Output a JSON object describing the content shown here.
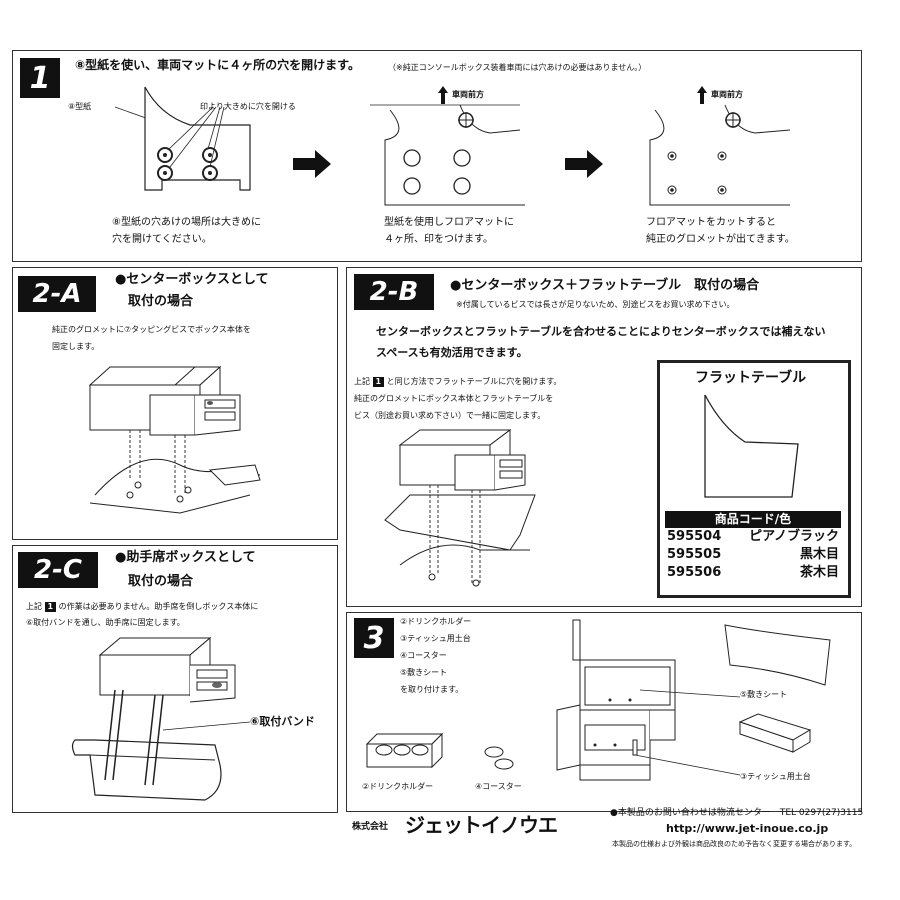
{
  "step1": {
    "badge": "1",
    "title": "⑧型紙を使い、車両マットに４ヶ所の穴を開けます。",
    "note": "（※純正コンソールボックス装着車両には穴あけの必要はありません。）",
    "label_template": "⑧型紙",
    "label_mark": "印より大きめに穴を開ける",
    "front_1": "車両前方",
    "front_2": "車両前方",
    "caption1_l1": "⑧型紙の穴あけの場所は大きめに",
    "caption1_l2": "穴を開けてください。",
    "caption2_l1": "型紙を使用しフロアマットに",
    "caption2_l2": "４ヶ所、印をつけます。",
    "caption3_l1": "フロアマットをカットすると",
    "caption3_l2": "純正のグロメットが出てきます。"
  },
  "step2a": {
    "badge": "2-A",
    "title_l1": "●センターボックスとして",
    "title_l2": "取付の場合",
    "desc_l1": "純正のグロメットに⑦タッピングビスでボックス本体を",
    "desc_l2": "固定します。"
  },
  "step2b": {
    "badge": "2-B",
    "title": "●センターボックス＋フラットテーブル　取付の場合",
    "note": "※付属しているビスでは長さが足りないため、別途ビスをお買い求め下さい。",
    "desc_l1": "センターボックスとフラットテーブルを合わせることによりセンターボックスでは補えない",
    "desc_l2": "スペースも有効活用できます。",
    "steps_l1_pre": "上記",
    "steps_ref": "1",
    "steps_l1_post": "と同じ方法でフラットテーブルに穴を開けます。",
    "steps_l2": "純正のグロメットにボックス本体とフラットテーブルを",
    "steps_l3": "ビス（別途お買い求め下さい）で一緒に固定します。",
    "table_title": "フラットテーブル",
    "codes_header": "商品コード/色",
    "codes": [
      {
        "code": "595504",
        "color": "ピアノブラック"
      },
      {
        "code": "595505",
        "color": "黒木目"
      },
      {
        "code": "595506",
        "color": "茶木目"
      }
    ]
  },
  "step2c": {
    "badge": "2-C",
    "title_l1": "●助手席ボックスとして",
    "title_l2": "取付の場合",
    "desc_l1_pre": "上記",
    "desc_ref": "1",
    "desc_l1_post": "の作業は必要ありません。助手席を倒しボックス本体に",
    "desc_l2": "⑥取付バンドを通し、助手席に固定します。",
    "label_band": "⑥取付バンド"
  },
  "step3": {
    "badge": "3",
    "list": [
      "②ドリンクホルダー",
      "③ティッシュ用土台",
      "④コースター",
      "⑤敷きシート",
      "を取り付けます。"
    ],
    "label_sheet": "⑤敷きシート",
    "label_tissue": "③ティッシュ用土台",
    "label_drink": "②ドリンクホルダー",
    "label_coaster": "④コースター"
  },
  "footer": {
    "company_prefix": "株式会社",
    "company_name": "ジェットイノウエ",
    "contact": "●本製品のお問い合わせは物流センター　TEL 0297(27)3115",
    "url": "http://www.jet-inoue.co.jp",
    "disclaimer": "本製品の仕様および外観は商品改良のため予告なく変更する場合があります。"
  }
}
